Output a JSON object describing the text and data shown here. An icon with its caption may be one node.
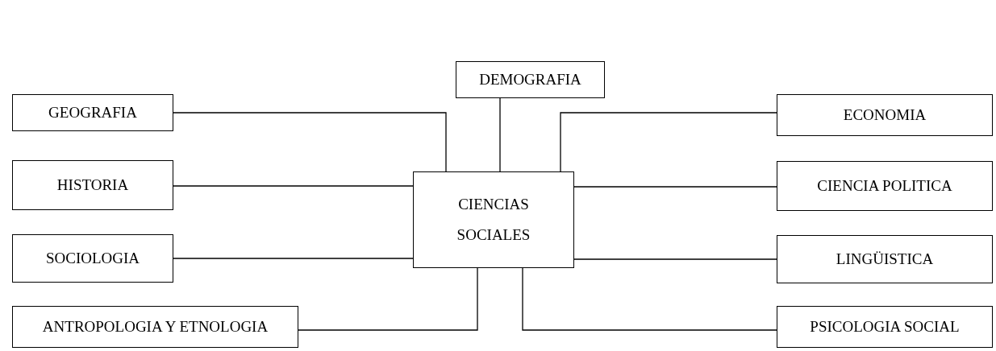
{
  "diagram": {
    "nodes": [
      {
        "text": [
          "DEMOGRAFIA"
        ]
      },
      {
        "text": [
          "GEOGRAFIA"
        ]
      },
      {
        "text": [
          "ECONOMIA"
        ]
      },
      {
        "text": [
          "HISTORIA"
        ]
      },
      {
        "text": [
          "CIENCIAS SOCIALES"
        ]
      },
      {
        "text": [
          "CIENCIA POLITICA"
        ]
      },
      {
        "text": [
          "SOCIOLOGIA"
        ]
      },
      {
        "text": [
          "LINGÜISTICA"
        ]
      },
      {
        "text": [
          "ANTROPOLOGIA Y ETNOLOGIA"
        ]
      },
      {
        "text": [
          "PSICOLOGIA SOCIAL"
        ]
      }
    ],
    "edges": [
      {
        "from": 4,
        "to": 0,
        "arrow": "none"
      },
      {
        "from": 4,
        "to": 1,
        "arrow": "none"
      },
      {
        "from": 4,
        "to": 2,
        "arrow": "none"
      },
      {
        "from": 4,
        "to": 3,
        "arrow": "none"
      },
      {
        "from": 4,
        "to": 5,
        "arrow": "none"
      },
      {
        "from": 4,
        "to": 6,
        "arrow": "none"
      },
      {
        "from": 4,
        "to": 7,
        "arrow": "none"
      },
      {
        "from": 4,
        "to": 8,
        "arrow": "none"
      },
      {
        "from": 4,
        "to": 9,
        "arrow": "none"
      }
    ]
  }
}
